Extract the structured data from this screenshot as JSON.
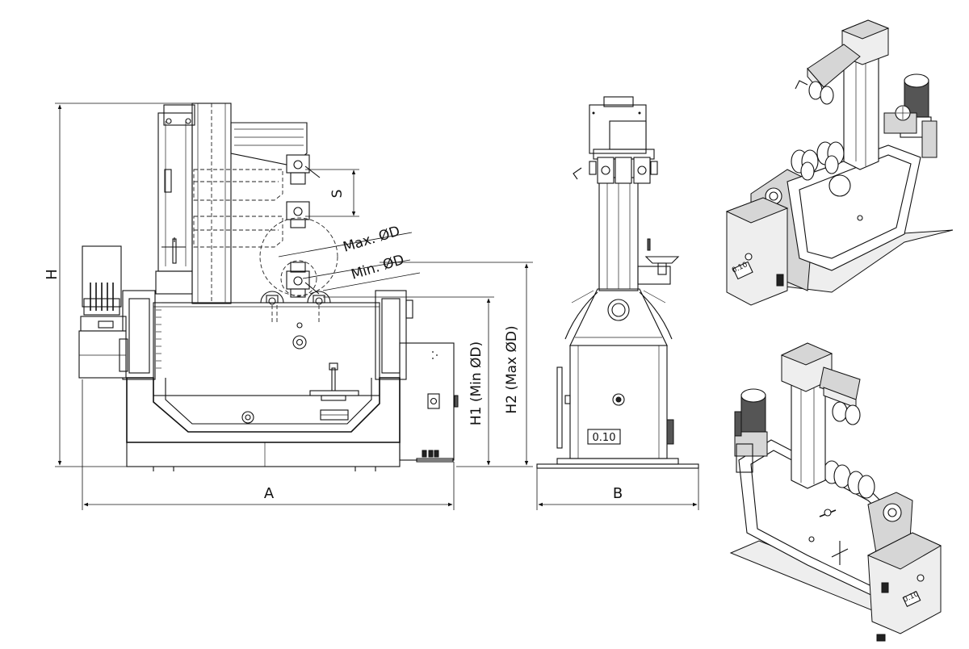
{
  "dimensions": {
    "height_total": "H",
    "height_min": "H1 (Min ØD)",
    "height_max": "H2 (Max ØD)",
    "length": "A",
    "width": "B",
    "stroke": "S"
  },
  "annotations": {
    "max_diameter": "Max. ØD",
    "min_diameter": "Min. ØD"
  },
  "plates": {
    "side_view_plate": "0.10",
    "iso_view_top_plate": "0.10",
    "iso_view_bottom_plate": "0.10"
  }
}
